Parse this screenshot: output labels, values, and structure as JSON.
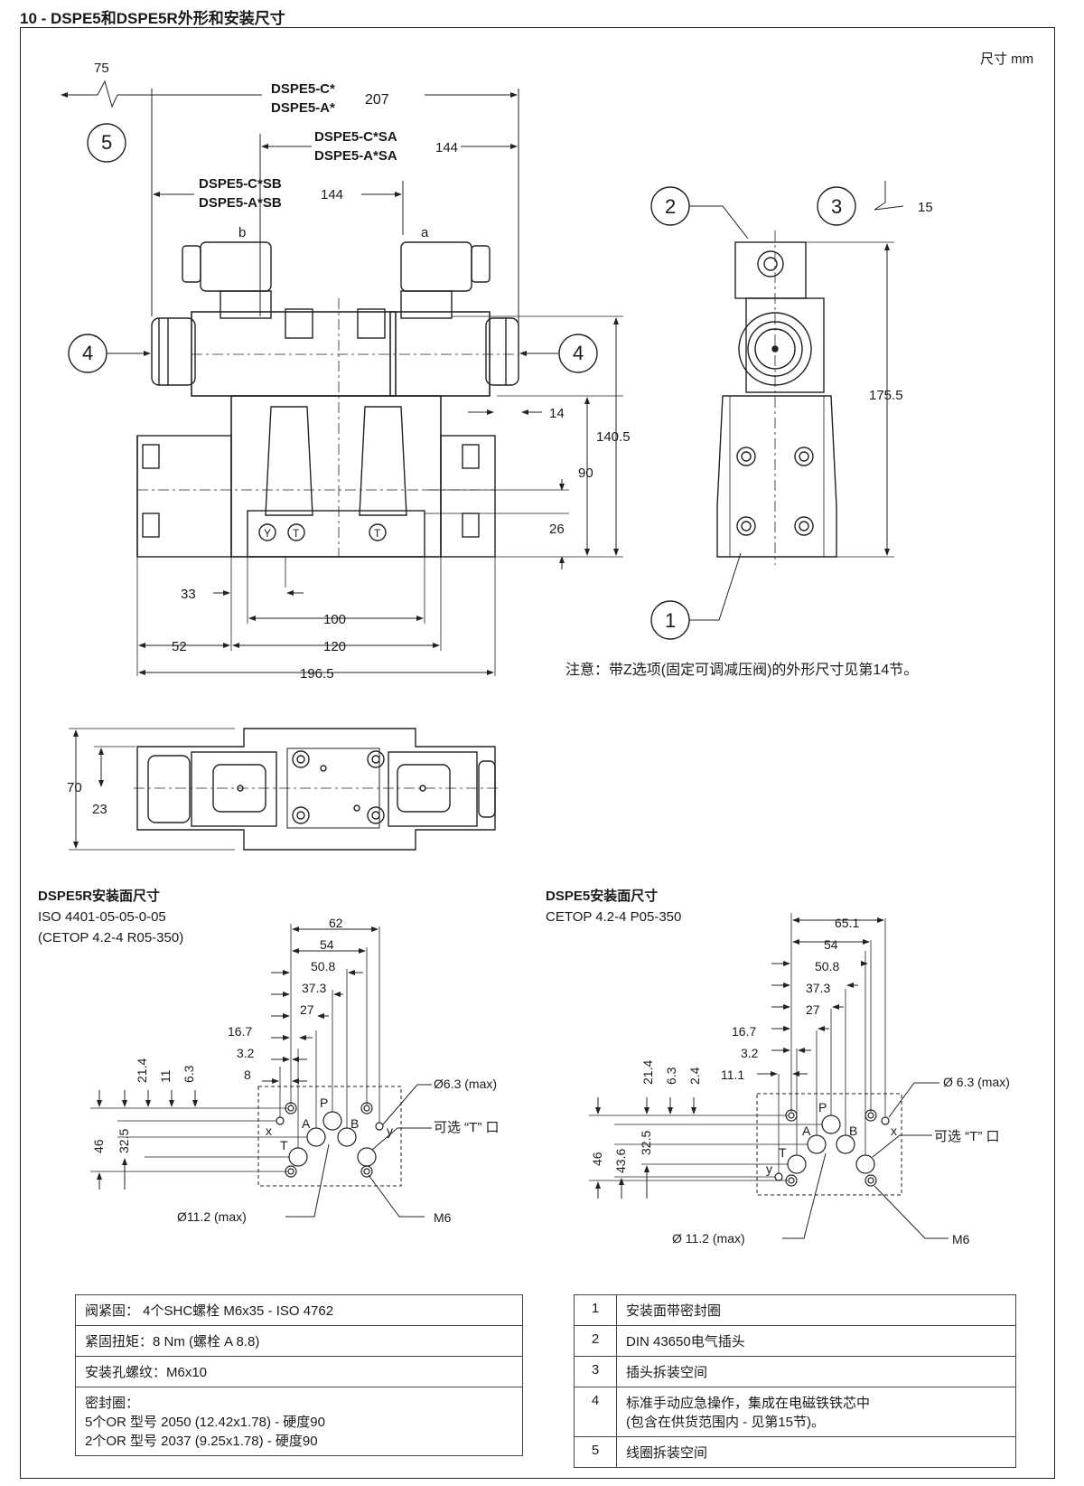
{
  "title": "10 - DSPE5和DSPE5R外形和安装尺寸",
  "units": "尺寸  mm",
  "top_view": {
    "dim_75": "75",
    "dim_207": "207",
    "lbl_c": "DSPE5-C*",
    "lbl_a": "DSPE5-A*",
    "lbl_csa": "DSPE5-C*SA",
    "lbl_asa": "DSPE5-A*SA",
    "dim_144_sa": "144",
    "lbl_csb": "DSPE5-C*SB",
    "lbl_asb": "DSPE5-A*SB",
    "dim_144_sb": "144",
    "solenoid_b": "b",
    "solenoid_a": "a",
    "dim_14": "14",
    "dim_140_5": "140.5",
    "dim_90": "90",
    "dim_26": "26",
    "dim_33": "33",
    "dim_100": "100",
    "dim_52": "52",
    "dim_120": "120",
    "dim_196_5": "196.5",
    "port_y": "Y",
    "port_t1": "T",
    "port_t2": "T"
  },
  "side_view": {
    "dim_15": "15",
    "dim_175_5": "175.5",
    "note": "注意：带Z选项(固定可调减压阀)的外形尺寸见第14节。"
  },
  "callouts": {
    "c1": "1",
    "c2": "2",
    "c3": "3",
    "c4": "4",
    "c5": "5"
  },
  "plan_view": {
    "dim_70": "70",
    "dim_23": "23"
  },
  "dspe5r": {
    "title": "DSPE5R安装面尺寸",
    "std1": "ISO 4401-05-05-0-05",
    "std2": "(CETOP 4.2-4 R05-350)",
    "h_dims": [
      "62",
      "54",
      "50.8",
      "37.3",
      "27",
      "16.7",
      "3.2",
      "8"
    ],
    "v_dims": [
      "21.4",
      "11",
      "6.3"
    ],
    "side_dims": [
      "46",
      "32.5"
    ],
    "ports": {
      "p": "P",
      "a": "A",
      "b": "B",
      "t": "T",
      "x": "x",
      "y": "y"
    },
    "d_max": "Ø6.3 (max)",
    "opt_t": "可选 “T” 口",
    "d_port": "Ø11.2 (max)",
    "m6": "M6"
  },
  "dspe5": {
    "title": "DSPE5安装面尺寸",
    "std": "CETOP 4.2-4 P05-350",
    "h_dims": [
      "65.1",
      "54",
      "50.8",
      "37.3",
      "27",
      "16.7",
      "3.2",
      "11.1"
    ],
    "v_dims": [
      "21.4",
      "6.3",
      "2.4"
    ],
    "side_dims": [
      "46",
      "43.6",
      "32.5"
    ],
    "ports": {
      "p": "P",
      "a": "A",
      "b": "B",
      "t": "T",
      "x": "x",
      "y": "y"
    },
    "d_max": "Ø 6.3 (max)",
    "opt_t": "可选 “T” 口",
    "d_port": "Ø 11.2 (max)",
    "m6": "M6"
  },
  "specs_table": {
    "row1": "阀紧固： 4个SHC螺栓 M6x35 - ISO 4762",
    "row2": "紧固扭矩：8 Nm (螺栓 A 8.8)",
    "row3": "安装孔螺纹：M6x10",
    "row4_title": "密封圈：",
    "row4_l1": "5个OR 型号 2050 (12.42x1.78) - 硬度90",
    "row4_l2": "2个OR 型号 2037 (9.25x1.78) - 硬度90"
  },
  "legend_table": {
    "rows": [
      {
        "num": "1",
        "text": "安装面带密封圈"
      },
      {
        "num": "2",
        "text": "DIN 43650电气插头"
      },
      {
        "num": "3",
        "text": "插头拆装空间"
      },
      {
        "num": "4",
        "text": "标准手动应急操作，集成在电磁铁铁芯中"
      },
      {
        "num": "5",
        "text": "线圈拆装空间"
      }
    ],
    "row4_line2": "(包含在供货范围内 - 见第15节)。"
  }
}
